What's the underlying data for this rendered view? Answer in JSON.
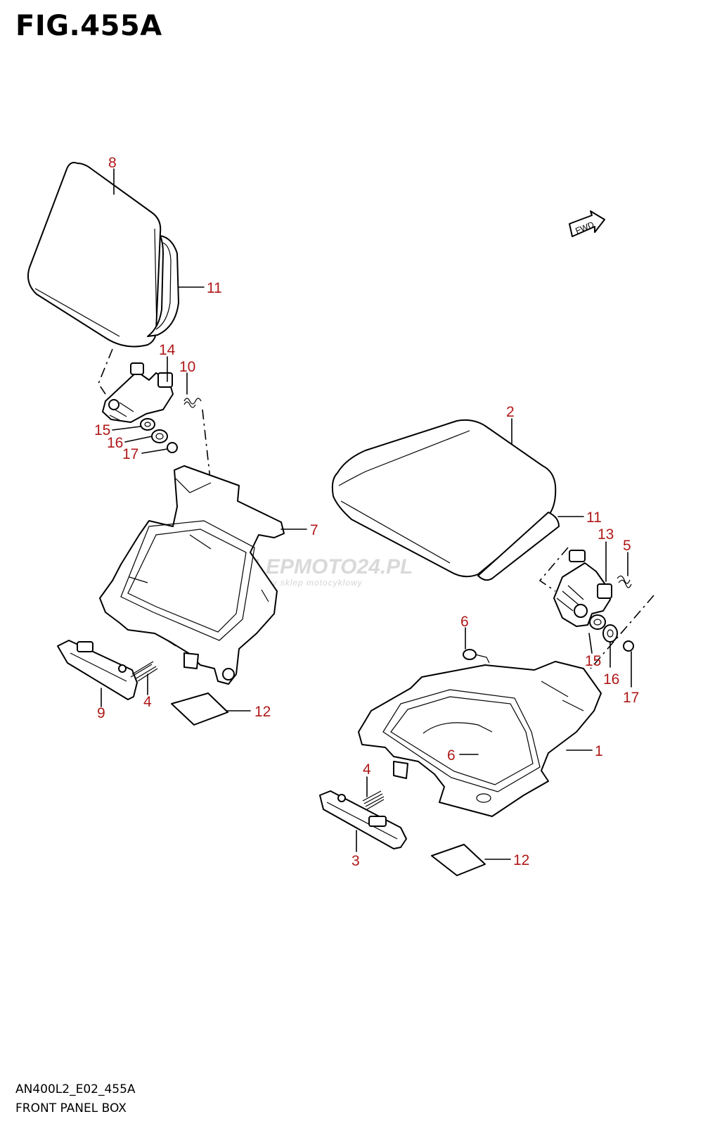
{
  "figure": {
    "title": "FIG.455A",
    "code": "AN400L2_E02_455A",
    "description": "FRONT PANEL BOX"
  },
  "direction_marker": {
    "label": "FWD"
  },
  "watermark": {
    "text": "SKLEPMOTO24.PL",
    "subtext": "internetowy sklep motocyklowy"
  },
  "callouts": {
    "left_top": [
      "8",
      "11",
      "14",
      "10",
      "15",
      "16",
      "17",
      "7",
      "9",
      "4",
      "12"
    ],
    "right": [
      "2",
      "11",
      "13",
      "5",
      "6",
      "15",
      "16",
      "17",
      "6",
      "1",
      "4",
      "3",
      "12"
    ]
  }
}
